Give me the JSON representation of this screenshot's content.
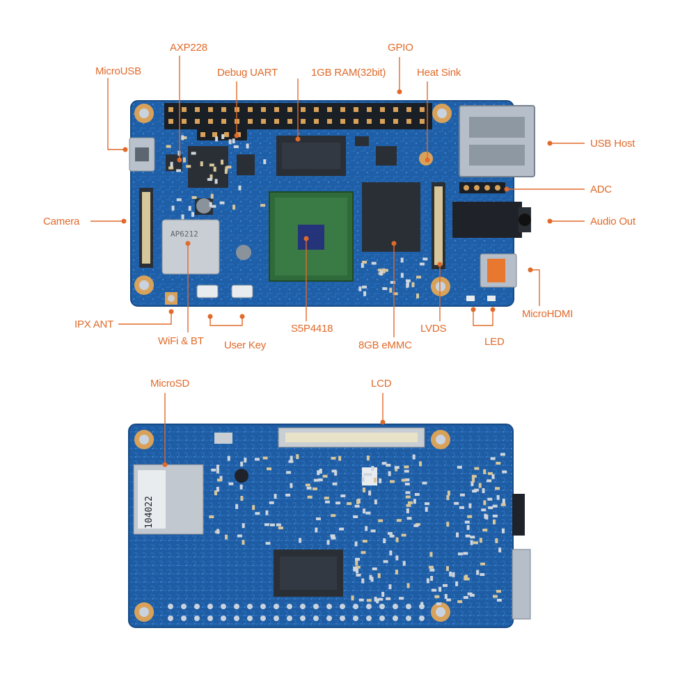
{
  "colors": {
    "accent": "#e06a2a",
    "pcb": "#1f5fa8",
    "pcb_dark": "#184e8c",
    "copper": "#d9a25b",
    "chip": "#2a2f36",
    "soc": "#2f6b3a"
  },
  "top_labels": {
    "axp228": "AXP228",
    "microusb": "MicroUSB",
    "debug_uart": "Debug UART",
    "ram": "1GB RAM(32bit)",
    "gpio": "GPIO",
    "heat_sink": "Heat Sink",
    "usb_host": "USB Host",
    "adc": "ADC",
    "audio_out": "Audio Out",
    "camera": "Camera",
    "ipx_ant": "IPX ANT",
    "wifi_bt": "WiFi & BT",
    "user_key": "User Key",
    "soc": "S5P4418",
    "emmc": "8GB eMMC",
    "lvds": "LVDS",
    "led": "LED",
    "microhdmi": "MicroHDMI"
  },
  "bottom_labels": {
    "microsd": "MicroSD",
    "lcd": "LCD"
  },
  "silkscreen": {
    "wifi_module": "AP6212",
    "sd_code": "104022"
  }
}
